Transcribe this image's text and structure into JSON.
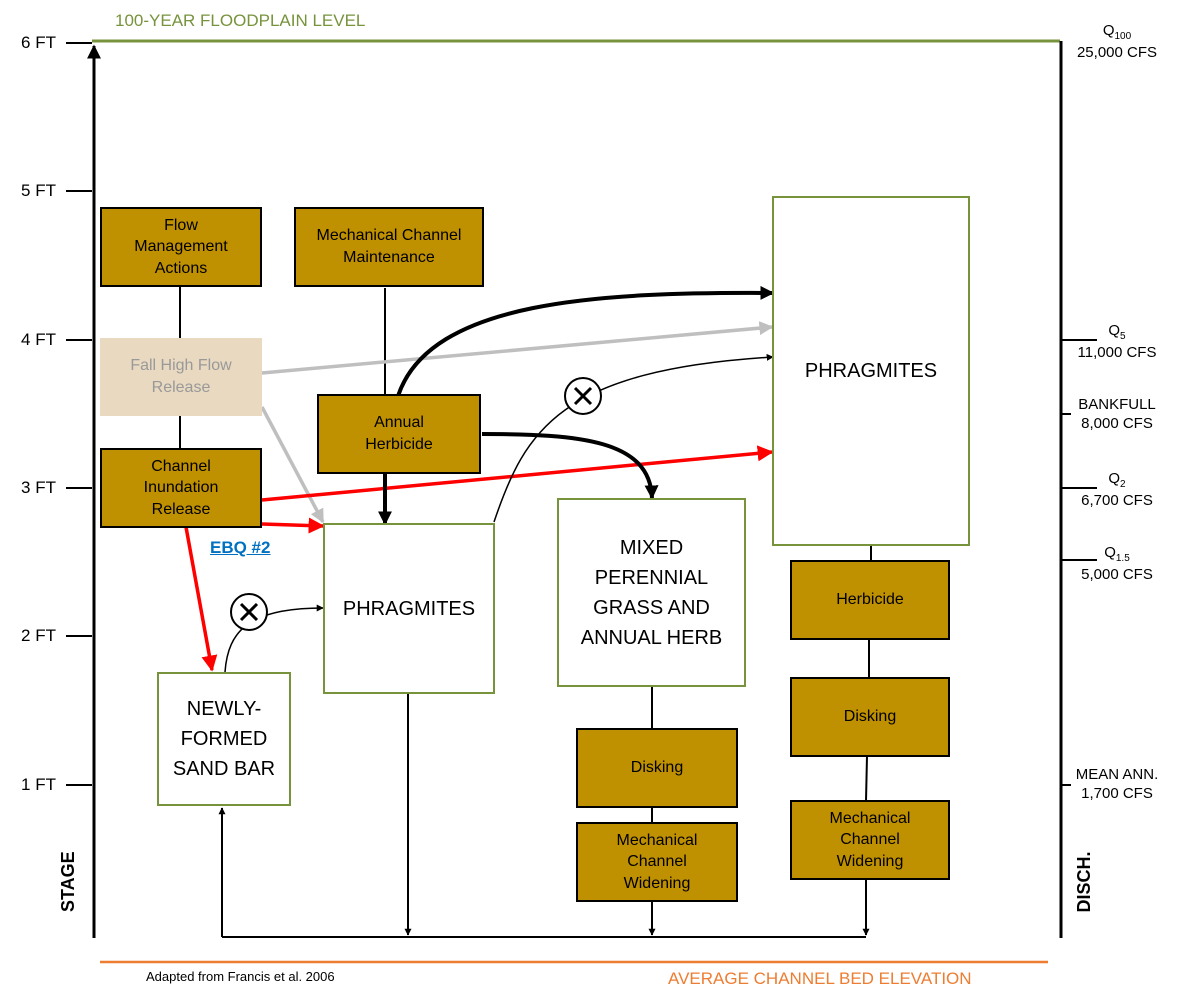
{
  "floodplain_label": "100-YEAR FLOODPLAIN LEVEL",
  "bed_label": "AVERAGE CHANNEL BED ELEVATION",
  "source_note": "Adapted from Francis et al. 2006",
  "stage_axis": {
    "title": "STAGE",
    "ticks": [
      "6 FT",
      "5 FT",
      "4 FT",
      "3 FT",
      "2 FT",
      "1 FT"
    ]
  },
  "discharge_axis": {
    "title": "DISCH.",
    "q100": {
      "symbol": "Q",
      "sub": "100",
      "value": "25,000 CFS"
    },
    "q5": {
      "symbol": "Q",
      "sub": "5",
      "value": "11,000 CFS"
    },
    "bankfull": {
      "label": "BANKFULL",
      "value": "8,000 CFS"
    },
    "q2": {
      "symbol": "Q",
      "sub": "2",
      "value": "6,700 CFS"
    },
    "q15": {
      "symbol": "Q",
      "sub": "1.5",
      "value": "5,000 CFS"
    },
    "mean": {
      "label": "MEAN ANN.",
      "value": "1,700 CFS"
    }
  },
  "actions": {
    "flow_management": "Flow\nManagement\nActions",
    "fall_high_flow": "Fall High Flow\nRelease",
    "channel_inundation": "Channel\nInundation\nRelease",
    "mech_maintenance": "Mechanical Channel\nMaintenance",
    "annual_herbicide": "Annual\nHerbicide",
    "disking_mid": "Disking",
    "widening_mid": "Mechanical\nChannel\nWidening",
    "herbicide_right": "Herbicide",
    "disking_right": "Disking",
    "widening_right": "Mechanical\nChannel\nWidening"
  },
  "vegetation": {
    "sand_bar": "NEWLY-\nFORMED\nSAND BAR",
    "phragmites_mid": "PHRAGMITES",
    "mixed_grass": "MIXED\nPERENNIAL\nGRASS AND\nANNUAL HERB",
    "phragmites_right": "PHRAGMITES"
  },
  "ebq_link": "EBQ  #2",
  "colors": {
    "action_fill": "#bf9000",
    "veg_border": "#77933c",
    "floodplain_line": "#77933c",
    "bed_line": "#ed7d31",
    "red_arrow": "#ff0000",
    "gray_arrow": "#bfbfbf",
    "link": "#0070c0"
  }
}
